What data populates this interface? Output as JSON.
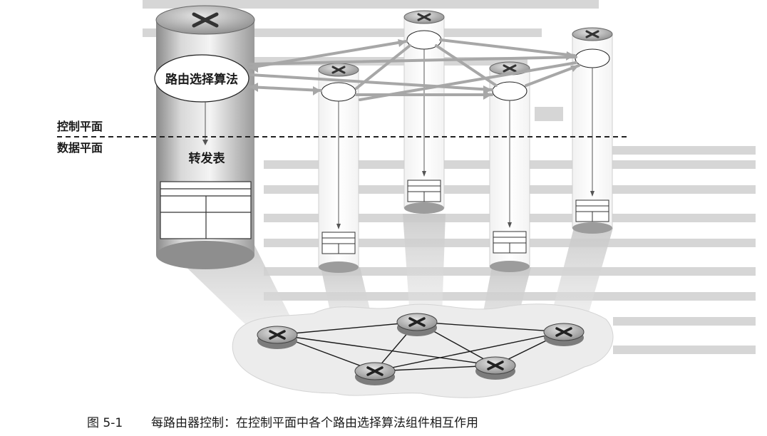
{
  "labels": {
    "control_plane": "控制平面",
    "data_plane": "数据平面",
    "routing_algorithm": "路由选择算法",
    "forwarding_table": "转发表"
  },
  "caption": {
    "number": "图 5-1",
    "text": "每路由器控制：在控制平面中各个路由选择算法组件相互作用"
  }
}
